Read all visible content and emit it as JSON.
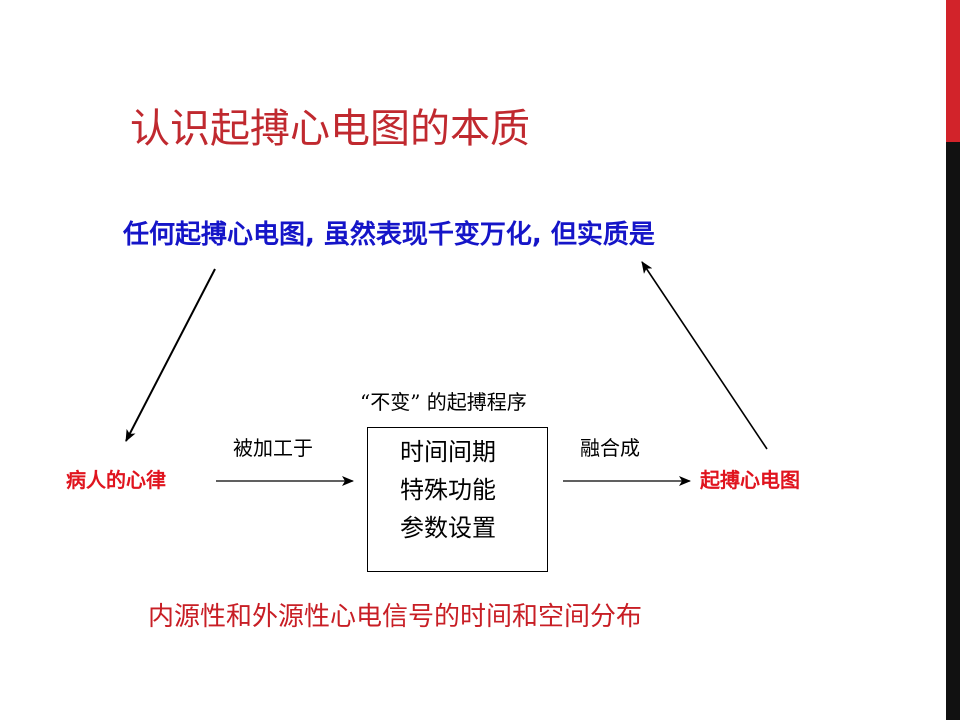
{
  "slide": {
    "title": "认识起搏心电图的本质",
    "subtitle": "任何起搏心电图, 虽然表现千变万化, 但实质是",
    "box_caption": "“不变” 的起搏程序",
    "left_input": "病人的心律",
    "left_arrow_label": "被加工于",
    "box_lines": [
      "时间间期",
      "特殊功能",
      "参数设置"
    ],
    "right_arrow_label": "融合成",
    "right_output": "起搏心电图",
    "bottom_note": "内源性和外源性心电信号的时间和空间分布"
  },
  "colors": {
    "title": "#c0292f",
    "subtitle": "#1515c8",
    "highlight_red": "#e0141e",
    "accent_red_bar": "#d2232a",
    "accent_black_bar": "#111111"
  }
}
